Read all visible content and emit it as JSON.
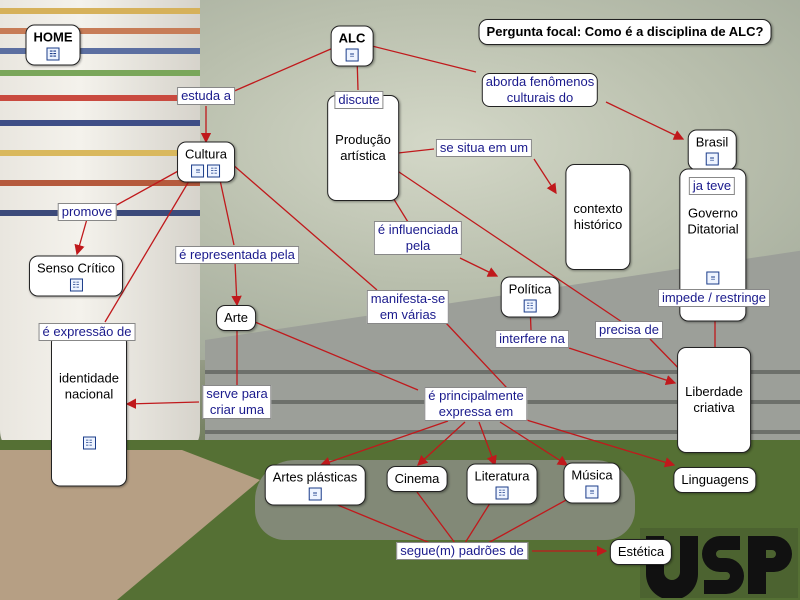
{
  "nodes": {
    "home": {
      "label": "HOME",
      "icons": [
        "map-icon"
      ]
    },
    "alc": {
      "label": "ALC",
      "icons": [
        "document-icon"
      ]
    },
    "focus": {
      "label": "Pergunta focal: Como é a disciplina de ALC?"
    },
    "cultura": {
      "label": "Cultura",
      "icons": [
        "document-icon",
        "map-icon"
      ]
    },
    "producao": {
      "label": "Produção\nartística"
    },
    "brasil": {
      "label": "Brasil",
      "icons": [
        "document-icon"
      ]
    },
    "senso": {
      "label": "Senso Crítico",
      "icons": [
        "map-icon"
      ]
    },
    "contexto": {
      "label": "contexto\nhistórico"
    },
    "governo": {
      "label": "Governo\nDitatorial",
      "icons": [
        "document-icon"
      ]
    },
    "politica": {
      "label": "Política",
      "icons": [
        "map-icon"
      ]
    },
    "arte": {
      "label": "Arte"
    },
    "identidade": {
      "label": "identidade\nnacional",
      "icons": [
        "map-icon"
      ]
    },
    "liberdade": {
      "label": "Liberdade\ncriativa"
    },
    "artesplasticas": {
      "label": "Artes plásticas",
      "icons": [
        "document-icon"
      ]
    },
    "cinema": {
      "label": "Cinema"
    },
    "literatura": {
      "label": "Literatura",
      "icons": [
        "map-icon"
      ]
    },
    "musica": {
      "label": "Música",
      "icons": [
        "document-icon"
      ]
    },
    "linguagens": {
      "label": "Linguagens"
    },
    "estetica": {
      "label": "Estética"
    }
  },
  "links": {
    "estuda": "estuda a",
    "discute": "discute",
    "aborda": "aborda fenômenos\nculturais do",
    "promove": "promove",
    "representada": "é representada pela",
    "expressao": "é expressão de",
    "manifesta": "manifesta-se\nem várias",
    "situa": "se situa em um",
    "influenciada": "é influenciada\npela",
    "jateve": "ja teve",
    "impede": "impede / restringe",
    "interfere": "interfere na",
    "precisa": "precisa de",
    "serve": "serve para\ncriar uma",
    "principalmente": "é principalmente\nexpressa em",
    "segue": "segue(m) padrões de"
  },
  "colors": {
    "link": "#c0191c",
    "label_text": "#1a1a8c"
  },
  "logo": {
    "text": "USP"
  }
}
